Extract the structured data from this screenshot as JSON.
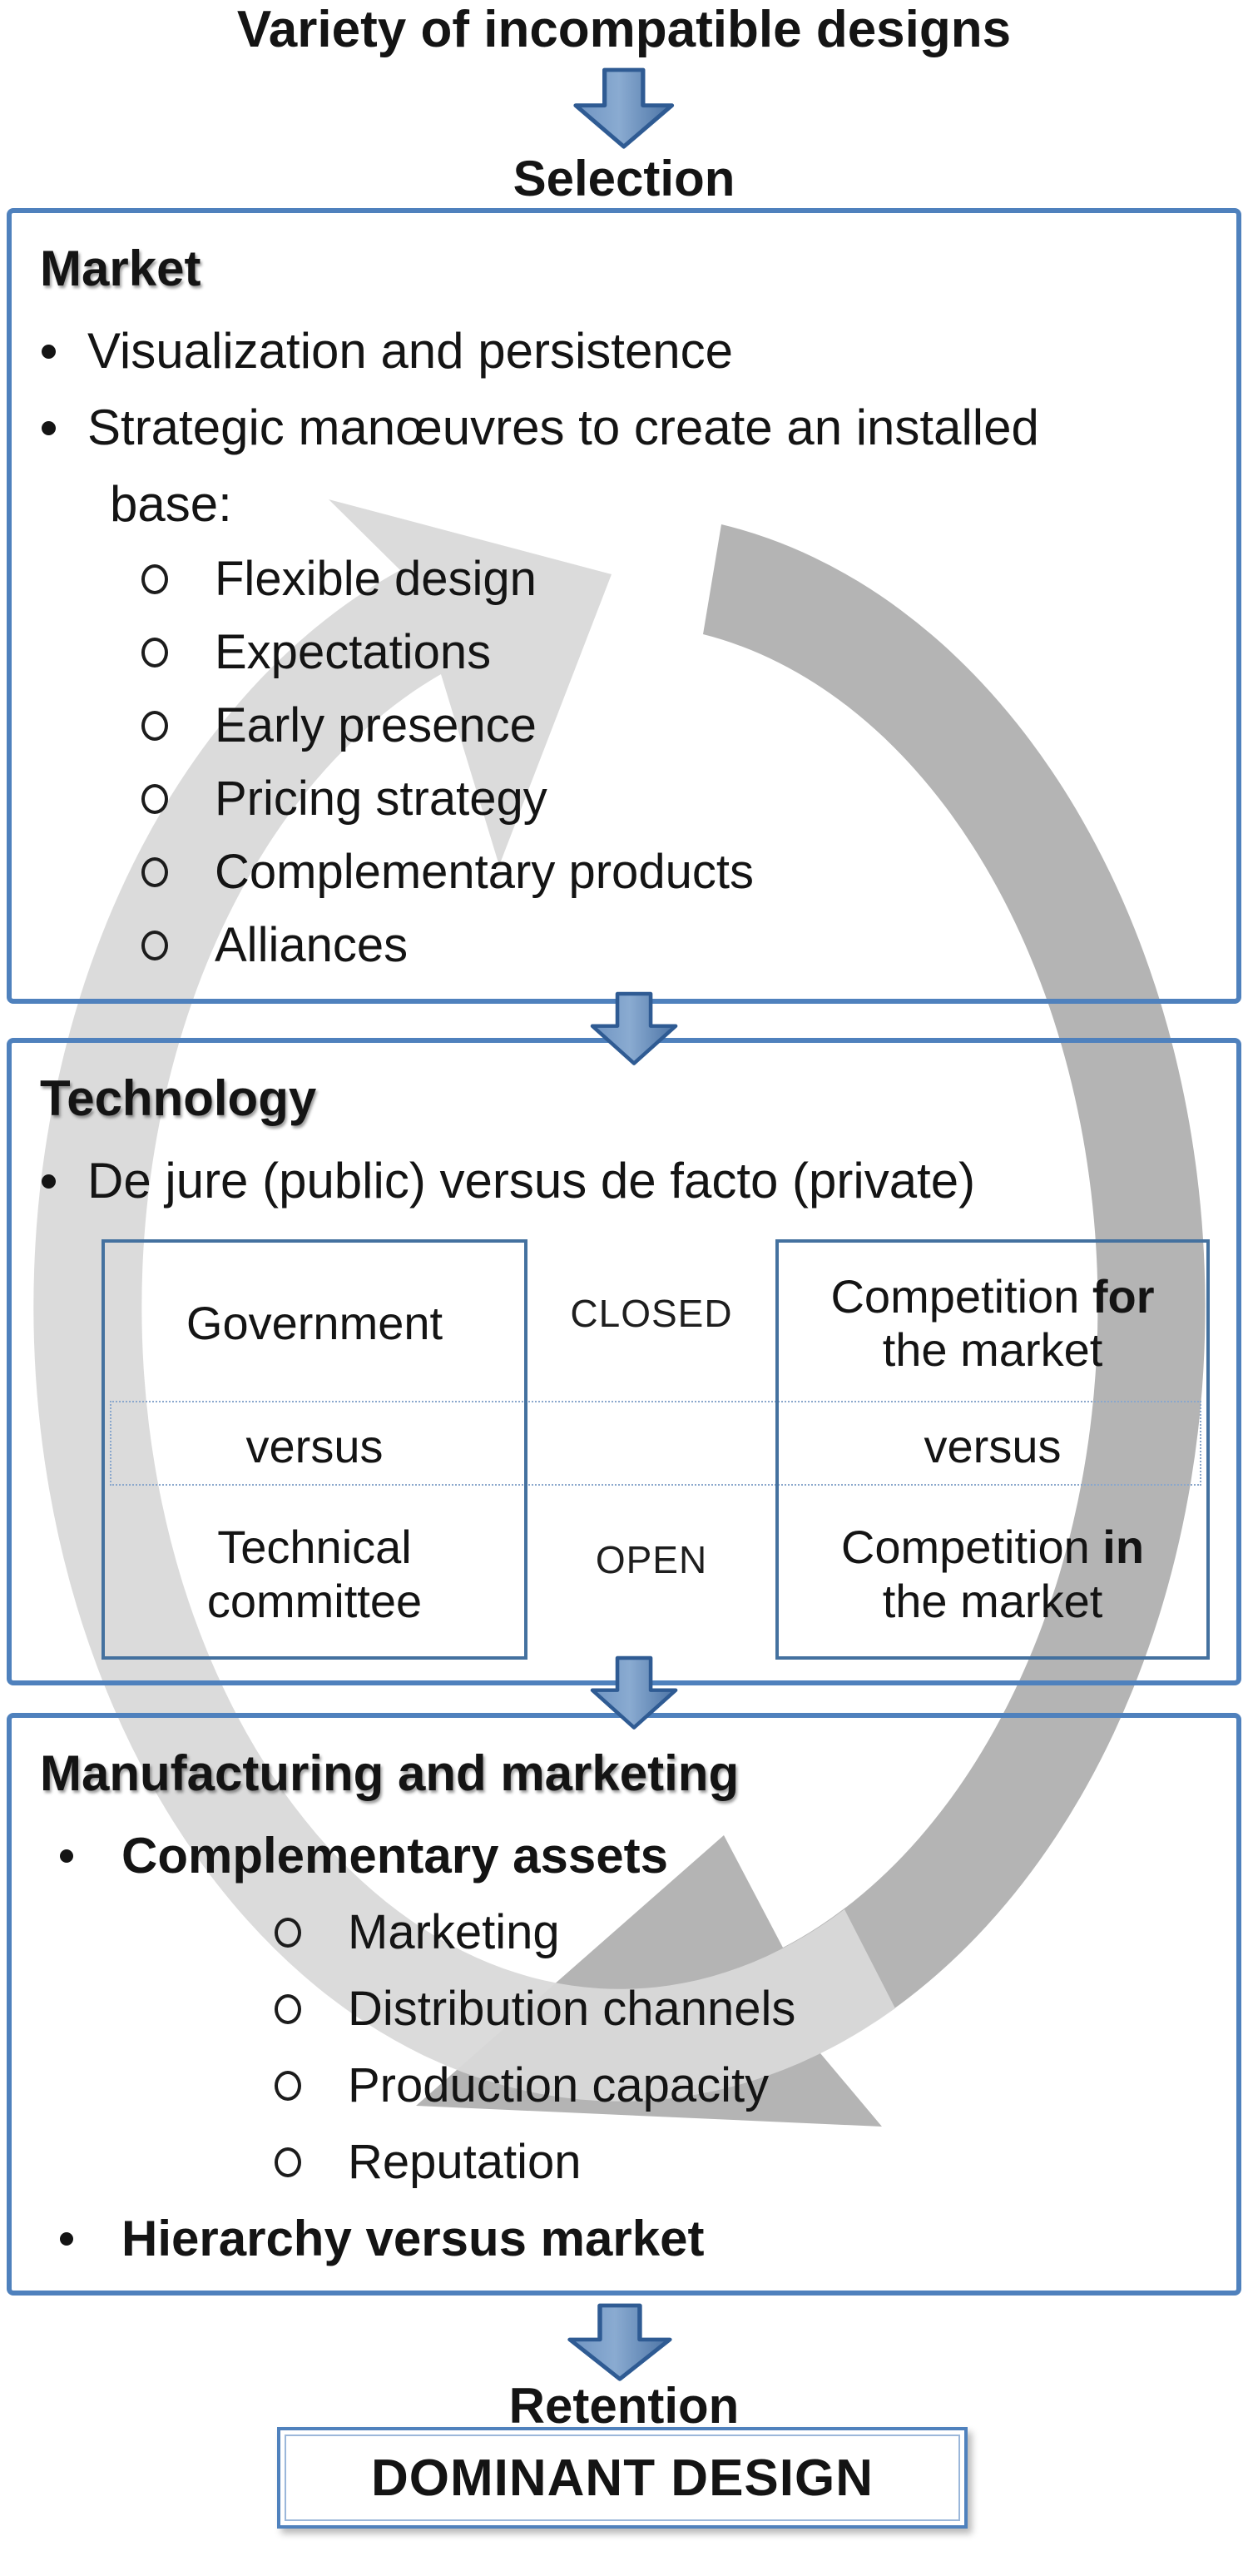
{
  "flow": {
    "top_title": "Variety of incompatible designs",
    "selection": "Selection",
    "retention": "Retention",
    "dominant": "DOMINANT DESIGN"
  },
  "market": {
    "title": "Market",
    "bullet1": "Visualization and persistence",
    "bullet2_line1": "Strategic manœuvres to create an installed",
    "bullet2_line2": "base:",
    "subitems": [
      "Flexible design",
      "Expectations",
      "Early presence",
      "Pricing strategy",
      "Complementary products",
      "Alliances"
    ]
  },
  "technology": {
    "title": "Technology",
    "bullet1": "De jure (public)  versus de facto (private)",
    "table": {
      "left": {
        "row1": "Government",
        "row2": "versus",
        "row3_line1": "Technical",
        "row3_line2": "committee"
      },
      "center": {
        "closed": "CLOSED",
        "open": "OPEN"
      },
      "right": {
        "row1_prefix": "Competition ",
        "row1_bold": "for",
        "row1_line2": "the market",
        "row2": "versus",
        "row3_prefix": "Competition ",
        "row3_bold": "in",
        "row3_line2": "the market"
      }
    }
  },
  "manufacturing": {
    "title": "Manufacturing and marketing",
    "bullet1": "Complementary assets",
    "subitems": [
      "Marketing",
      "Distribution channels",
      "Production capacity",
      "Reputation"
    ],
    "bullet2": "Hierarchy versus market"
  },
  "colors": {
    "accent_blue": "#4f81bd",
    "arrow_blue_fill": "#5d87b8",
    "arrow_blue_edge": "#2f5b93",
    "cycle_gray_light": "#d9d9d9",
    "cycle_gray_dark": "#b0b0b0"
  }
}
